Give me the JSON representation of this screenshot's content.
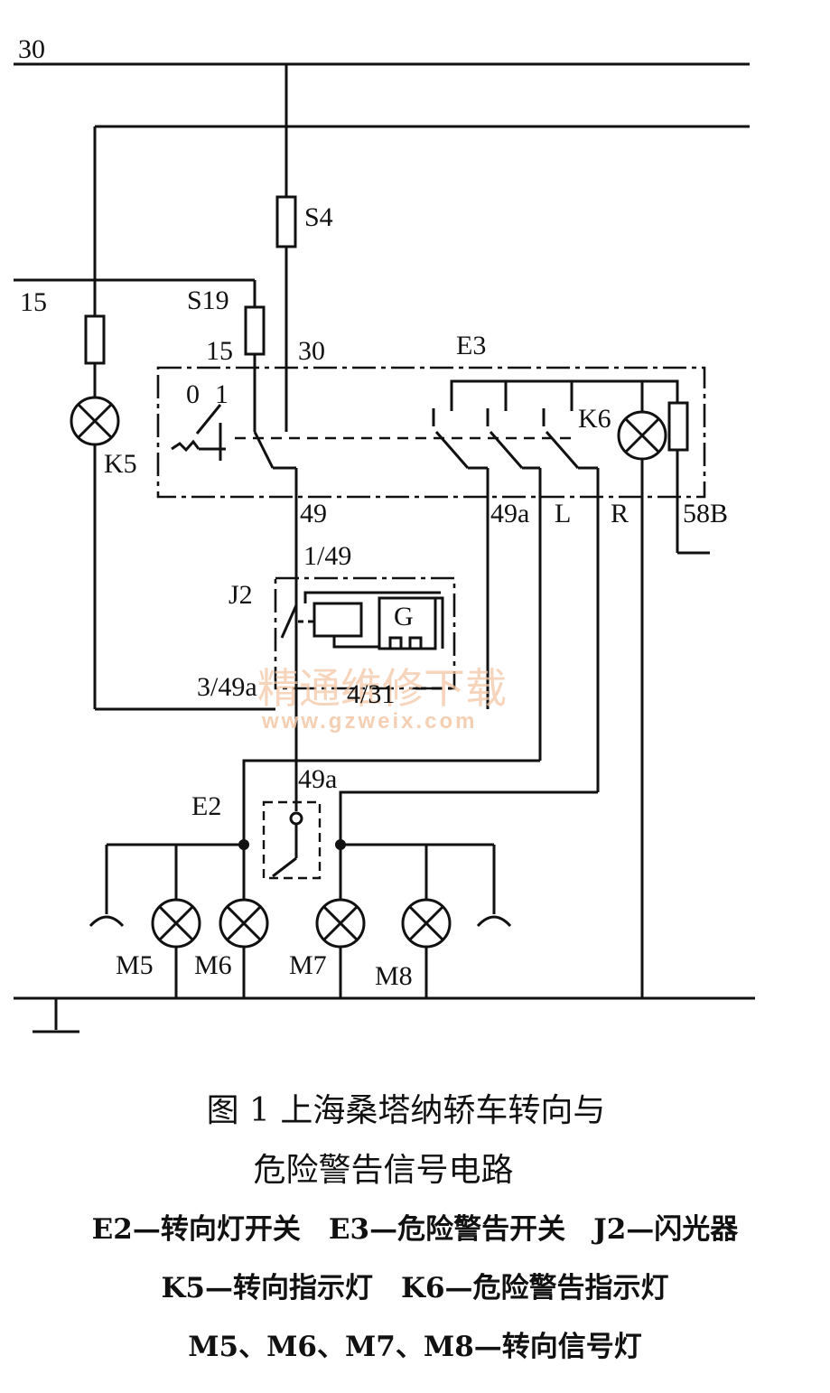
{
  "diagram": {
    "labels": {
      "terminal_30": "30",
      "terminal_15": "15",
      "fuse_s4": "S4",
      "fuse_s19": "S19",
      "e3_in_15": "15",
      "e3_in_30": "30",
      "e3": "E3",
      "sw_0": "0",
      "sw_1": "1",
      "k6": "K6",
      "k5": "K5",
      "t49": "49",
      "t49a": "49a",
      "tL": "L",
      "tR": "R",
      "t58b": "58B",
      "t1_49": "1/49",
      "j2": "J2",
      "g": "G",
      "t3_49a": "3/49a",
      "t4_31": "4/31",
      "e2_49a": "49a",
      "e2": "E2",
      "m5": "M5",
      "m6": "M6",
      "m7": "M7",
      "m8": "M8"
    },
    "watermark": {
      "chinese": "精通维修下载",
      "url": "www.gzweix.com"
    }
  },
  "caption": {
    "title_line1": "图 1 上海桑塔纳轿车转向与",
    "title_line2": "危险警告信号电路",
    "legend_line1": "E2—转向灯开关　E3—危险警告开关　J2—闪光器",
    "legend_line2": "K5—转向指示灯　K6—危险警告指示灯",
    "legend_line3": "M5、M6、M7、M8—转向信号灯"
  }
}
